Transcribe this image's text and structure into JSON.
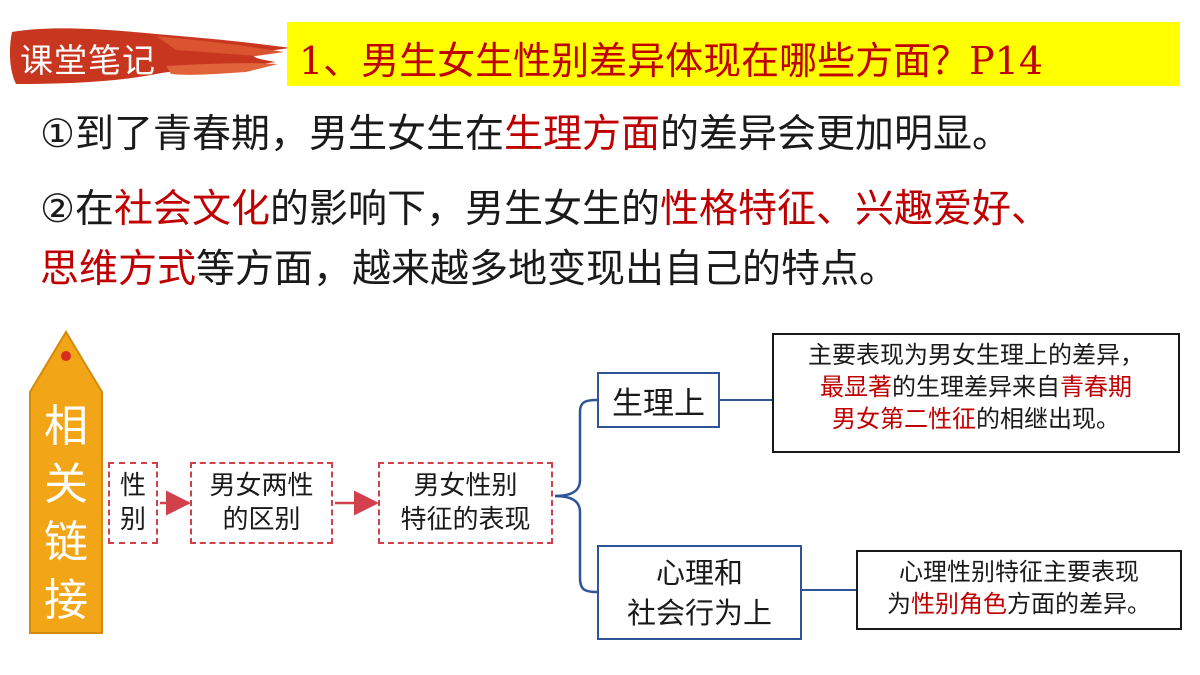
{
  "header": {
    "tag": "课堂笔记",
    "question": "1、男生女生性别差异体现在哪些方面？P14"
  },
  "notes": {
    "line1": {
      "prefix": "①到了青春期，男生女生在",
      "highlight": "生理方面",
      "suffix": "的差异会更加明显。"
    },
    "line2": {
      "p1": "②在",
      "h1": "社会文化",
      "p2": "的影响下，男生女生的",
      "h2": "性格特征、兴趣爱好、",
      "h3": "思维方式",
      "p3": "等方面，越来越多地变现出自己的特点。"
    }
  },
  "diagram": {
    "side_label": [
      "相",
      "关",
      "链",
      "接"
    ],
    "box_xing": [
      "性",
      "别"
    ],
    "box_qubie": [
      "男女两性",
      "的区别"
    ],
    "box_biaoxian": [
      "男女性别",
      "特征的表现"
    ],
    "box_shengli": "生理上",
    "box_xinli": [
      "心理和",
      "社会行为上"
    ],
    "desc_shengli": {
      "l1": "主要表现为男女生理上的差异，",
      "l2_h1": "最显著",
      "l2_p": "的生理差异来自",
      "l2_h2": "青春期",
      "l3_h": "男女第二性征",
      "l3_p": "的相继出现。"
    },
    "desc_xinli": {
      "l1": "心理性别特征主要表现",
      "l2_p1": "为",
      "l2_h": "性别角色",
      "l2_p2": "方面的差异。"
    }
  },
  "colors": {
    "highlight_red": "#c00000",
    "banner_yellow": "#ffff00",
    "tag_red": "#c8361f",
    "pencil_orange": "#f2a516",
    "box_blue": "#2f5597",
    "dash_red": "#d0414b"
  }
}
